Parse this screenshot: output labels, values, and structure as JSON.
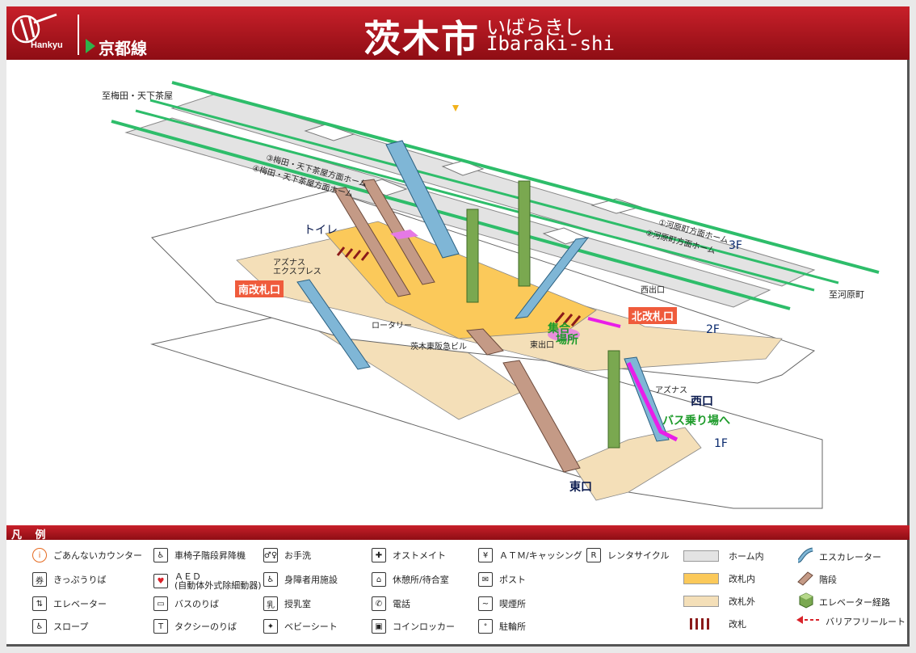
{
  "header": {
    "logo_text": "Hankyu",
    "line_name": "京都線",
    "title_kanji": "茨木市",
    "title_kana": "いばらきし",
    "title_roman": "Ibaraki-shi"
  },
  "map": {
    "directions": {
      "to_umeda": "至梅田・天下茶屋",
      "to_kawaramachi": "至河原町"
    },
    "platforms": {
      "p3": "梅田・天下茶屋方面ホーム",
      "p4": "梅田・天下茶屋方面ホーム",
      "p1": "河原町方面ホーム",
      "p2": "河原町方面ホーム",
      "n1": "①",
      "n2": "②",
      "n3": "③",
      "n4": "④"
    },
    "floors": {
      "f3": "3F",
      "f2": "2F",
      "f1": "1F"
    },
    "labels": {
      "toilet": "トイレ",
      "south_gate": "南改札口",
      "north_gate": "北改札口",
      "meeting": "集合\n場所",
      "meeting_1": "集合",
      "meeting_2": "場所",
      "azunasu_express": "アズナス\nエクスプレス",
      "azunasu_express_1": "アズナス",
      "azunasu_express_2": "エクスプレス",
      "rotary": "ロータリー",
      "ibaraki_building": "茨木東阪急ビル",
      "east_exit_mouth": "東出口",
      "west_exit_mouth": "西出口",
      "azunasu": "アズナス",
      "west_exit": "西口",
      "bus_stop": "バス乗り場へ",
      "east_exit": "東口"
    }
  },
  "legend": {
    "title": "凡 例",
    "items": [
      {
        "icon": "info-icon",
        "glyph": "i",
        "label": "ごあんないカウンター"
      },
      {
        "icon": "ticket-icon",
        "glyph": "券",
        "label": "きっぷうりば"
      },
      {
        "icon": "elevator-icon",
        "glyph": "⇅",
        "label": "エレベーター"
      },
      {
        "icon": "slope-icon",
        "glyph": "♿",
        "label": "スロープ"
      },
      {
        "icon": "wheelchair-lift-icon",
        "glyph": "♿",
        "label": "車椅子階段昇降機"
      },
      {
        "icon": "aed-icon",
        "glyph": "♥",
        "label": "ＡＥＤ\n(自動体外式除細動器)"
      },
      {
        "icon": "bus-icon",
        "glyph": "▭",
        "label": "バスのりば"
      },
      {
        "icon": "taxi-icon",
        "glyph": "T",
        "label": "タクシーのりば"
      },
      {
        "icon": "toilet-icon",
        "glyph": "♂♀",
        "label": "お手洗"
      },
      {
        "icon": "accessible-facility-icon",
        "glyph": "♿",
        "label": "身障者用施設"
      },
      {
        "icon": "nursing-room-icon",
        "glyph": "乳",
        "label": "授乳室"
      },
      {
        "icon": "baby-seat-icon",
        "glyph": "✦",
        "label": "ベビーシート"
      },
      {
        "icon": "ostomate-icon",
        "glyph": "✚",
        "label": "オストメイト"
      },
      {
        "icon": "rest-area-icon",
        "glyph": "⌂",
        "label": "休憩所/待合室"
      },
      {
        "icon": "phone-icon",
        "glyph": "✆",
        "label": "電話"
      },
      {
        "icon": "locker-icon",
        "glyph": "▣",
        "label": "コインロッカー"
      },
      {
        "icon": "atm-icon",
        "glyph": "¥",
        "label": "ＡＴＭ/キャッシング"
      },
      {
        "icon": "post-icon",
        "glyph": "✉",
        "label": "ポスト"
      },
      {
        "icon": "smoking-icon",
        "glyph": "~",
        "label": "喫煙所"
      },
      {
        "icon": "bicycle-parking-icon",
        "glyph": "ᐤ",
        "label": "駐輪所"
      },
      {
        "icon": "rental-cycle-icon",
        "glyph": "R",
        "label": "レンタサイクル"
      }
    ],
    "area_items": [
      {
        "label": "ホーム内",
        "color": "#e3e3e3"
      },
      {
        "label": "改札内",
        "color": "#fbc95a"
      },
      {
        "label": "改札外",
        "color": "#f4dfb8"
      },
      {
        "label": "改札",
        "color": "#8b1a1a"
      }
    ],
    "route_items": [
      {
        "icon": "escalator-icon",
        "label": "エスカレーター"
      },
      {
        "icon": "stairs-icon",
        "label": "階段"
      },
      {
        "icon": "elevator-route-icon",
        "label": "エレベーター経路"
      },
      {
        "icon": "barrier-free-route-icon",
        "label": "バリアフリールート"
      }
    ]
  }
}
